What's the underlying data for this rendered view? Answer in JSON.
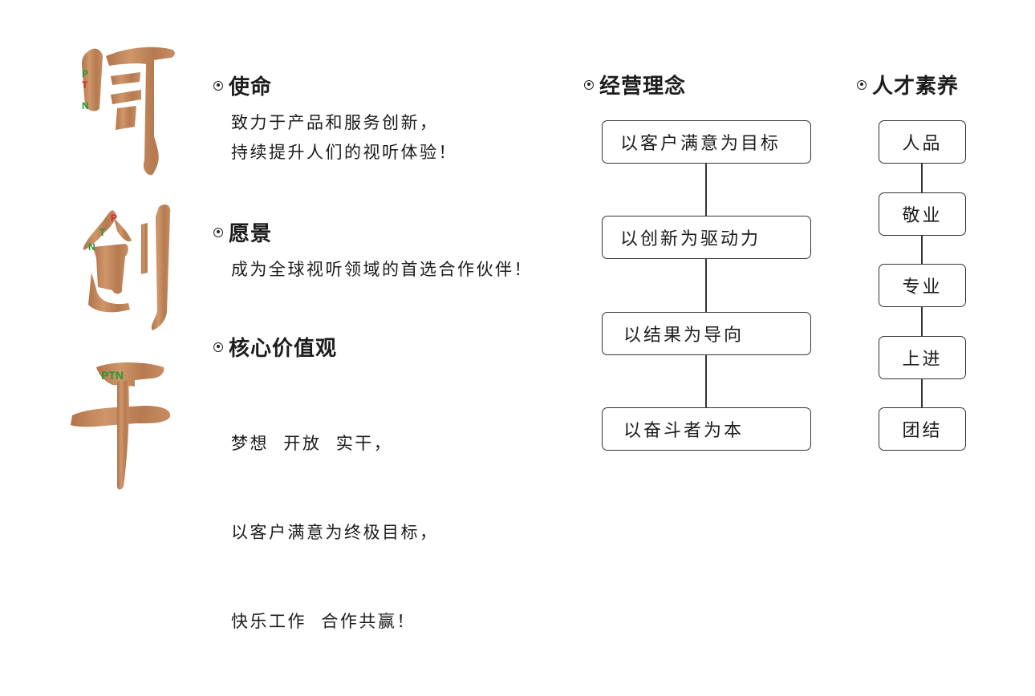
{
  "calligraphy": {
    "logo_text": "PTN"
  },
  "mission": {
    "title": "使命",
    "lines": [
      "致力于产品和服务创新，",
      "持续提升人们的视听体验！"
    ]
  },
  "vision": {
    "title": "愿景",
    "lines": [
      "成为全球视听领域的首选合作伙伴！"
    ]
  },
  "values": {
    "title": "核心价值观",
    "lines": [
      "梦想  开放  实干，",
      "以客户满意为终极目标，",
      "快乐工作  合作共赢！"
    ]
  },
  "philosophy": {
    "title": "经营理念",
    "items": [
      "以客户满意为目标",
      "以创新为驱动力",
      "以结果为导向",
      "以奋斗者为本"
    ]
  },
  "talent": {
    "title": "人才素养",
    "items": [
      "人品",
      "敬业",
      "专业",
      "上进",
      "团结"
    ]
  },
  "colors": {
    "wood": "#c1855a",
    "wood_dark": "#9c6038",
    "logo_green": "#1f9a3a",
    "logo_red": "#d2232a"
  }
}
